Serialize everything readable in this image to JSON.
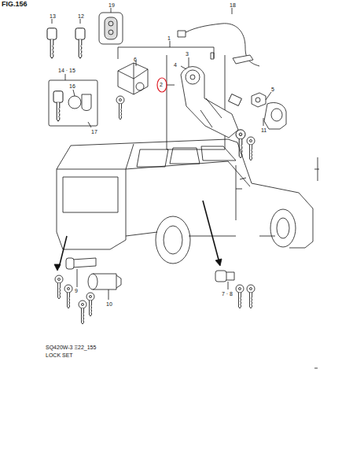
{
  "diagram": {
    "caption": "LOCK SET",
    "labels": [
      "FIG.156",
      "13",
      "12",
      "19",
      "18",
      "1",
      "6",
      "3",
      "4",
      "2",
      "5",
      "11",
      "14 · 15",
      "16",
      "17",
      "9",
      "10",
      "7 · 8",
      "SQ420W-3 Ξ22_155"
    ]
  }
}
